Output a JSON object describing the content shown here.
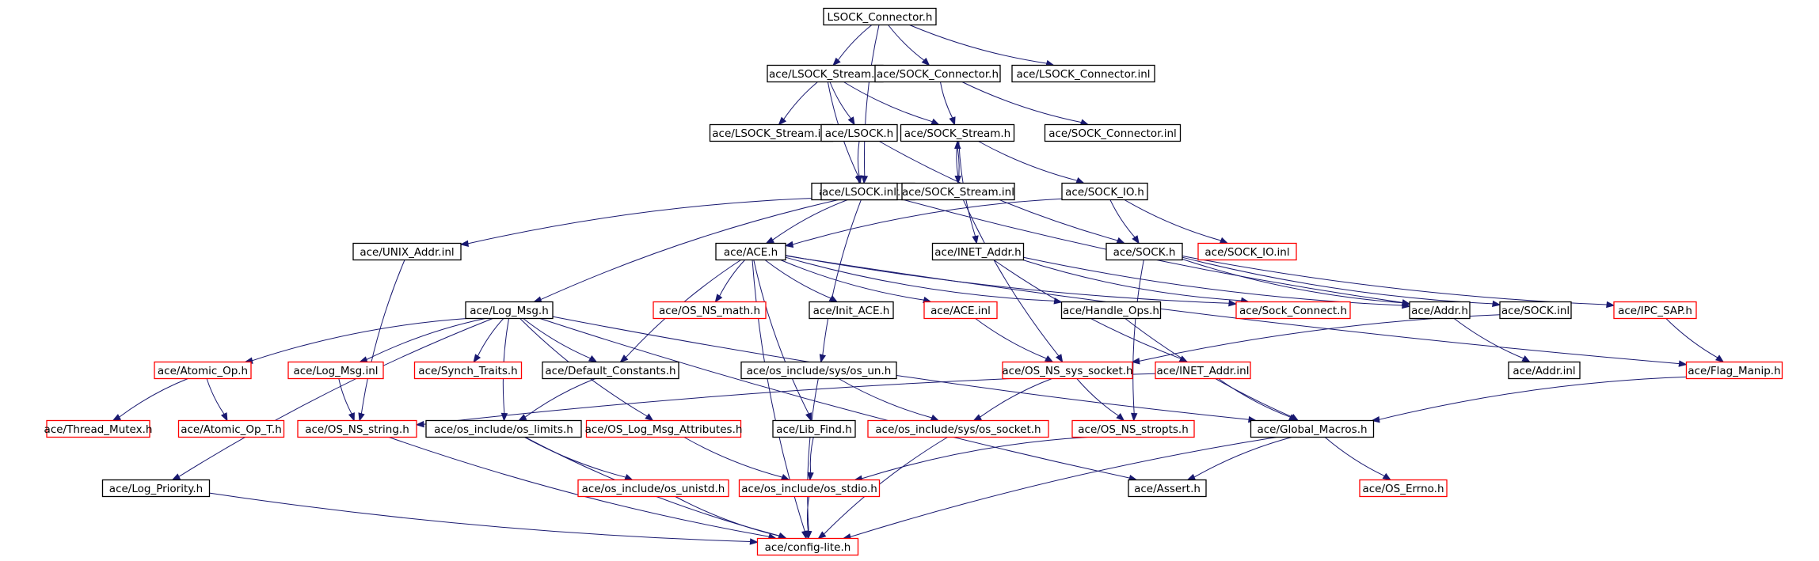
{
  "colors": {
    "edge": "#191970",
    "root_fill": "#bfbfbf",
    "documented_border": "#000000",
    "undocumented_border": "#ff0000"
  },
  "nodes": [
    {
      "id": "n_root",
      "label": "LSOCK_Connector.h",
      "kind": "root"
    },
    {
      "id": "n_lsock_stream_h",
      "label": "ace/LSOCK_Stream.h",
      "kind": "documented"
    },
    {
      "id": "n_sock_connector_h",
      "label": "ace/SOCK_Connector.h",
      "kind": "documented"
    },
    {
      "id": "n_lsock_connector_inl",
      "label": "ace/LSOCK_Connector.inl",
      "kind": "documented"
    },
    {
      "id": "n_lsock_stream_inl",
      "label": "ace/LSOCK_Stream.inl",
      "kind": "documented"
    },
    {
      "id": "n_lsock_h",
      "label": "ace/LSOCK.h",
      "kind": "documented"
    },
    {
      "id": "n_sock_stream_h",
      "label": "ace/SOCK_Stream.h",
      "kind": "documented"
    },
    {
      "id": "n_sock_connector_inl",
      "label": "ace/SOCK_Connector.inl",
      "kind": "documented"
    },
    {
      "id": "n_unix_addr_h",
      "label": "ace/UNIX_Addr.h",
      "kind": "documented"
    },
    {
      "id": "n_lsock_inl",
      "label": "ace/LSOCK.inl",
      "kind": "documented"
    },
    {
      "id": "n_sock_stream_inl",
      "label": "ace/SOCK_Stream.inl",
      "kind": "documented"
    },
    {
      "id": "n_sock_io_h",
      "label": "ace/SOCK_IO.h",
      "kind": "documented"
    },
    {
      "id": "n_unix_addr_inl",
      "label": "ace/UNIX_Addr.inl",
      "kind": "documented"
    },
    {
      "id": "n_ace_h",
      "label": "ace/ACE.h",
      "kind": "documented"
    },
    {
      "id": "n_inet_addr_h",
      "label": "ace/INET_Addr.h",
      "kind": "documented"
    },
    {
      "id": "n_sock_h",
      "label": "ace/SOCK.h",
      "kind": "documented"
    },
    {
      "id": "n_sock_io_inl",
      "label": "ace/SOCK_IO.inl",
      "kind": "undocumented"
    },
    {
      "id": "n_log_msg_h",
      "label": "ace/Log_Msg.h",
      "kind": "documented"
    },
    {
      "id": "n_os_ns_math_h",
      "label": "ace/OS_NS_math.h",
      "kind": "undocumented"
    },
    {
      "id": "n_init_ace_h",
      "label": "ace/Init_ACE.h",
      "kind": "documented"
    },
    {
      "id": "n_ace_inl",
      "label": "ace/ACE.inl",
      "kind": "undocumented"
    },
    {
      "id": "n_handle_ops_h",
      "label": "ace/Handle_Ops.h",
      "kind": "documented"
    },
    {
      "id": "n_sock_connect_h",
      "label": "ace/Sock_Connect.h",
      "kind": "undocumented"
    },
    {
      "id": "n_addr_h",
      "label": "ace/Addr.h",
      "kind": "documented"
    },
    {
      "id": "n_sock_inl",
      "label": "ace/SOCK.inl",
      "kind": "documented"
    },
    {
      "id": "n_ipc_sap_h",
      "label": "ace/IPC_SAP.h",
      "kind": "undocumented"
    },
    {
      "id": "n_atomic_op_h",
      "label": "ace/Atomic_Op.h",
      "kind": "undocumented"
    },
    {
      "id": "n_log_msg_inl",
      "label": "ace/Log_Msg.inl",
      "kind": "undocumented"
    },
    {
      "id": "n_synch_traits_h",
      "label": "ace/Synch_Traits.h",
      "kind": "undocumented"
    },
    {
      "id": "n_default_constants_h",
      "label": "ace/Default_Constants.h",
      "kind": "documented"
    },
    {
      "id": "n_os_un_h",
      "label": "ace/os_include/sys/os_un.h",
      "kind": "documented"
    },
    {
      "id": "n_os_ns_sys_socket_h",
      "label": "ace/OS_NS_sys_socket.h",
      "kind": "undocumented"
    },
    {
      "id": "n_inet_addr_inl",
      "label": "ace/INET_Addr.inl",
      "kind": "undocumented"
    },
    {
      "id": "n_addr_inl",
      "label": "ace/Addr.inl",
      "kind": "documented"
    },
    {
      "id": "n_flag_manip_h",
      "label": "ace/Flag_Manip.h",
      "kind": "undocumented"
    },
    {
      "id": "n_thread_mutex_h",
      "label": "ace/Thread_Mutex.h",
      "kind": "undocumented"
    },
    {
      "id": "n_atomic_op_t_h",
      "label": "ace/Atomic_Op_T.h",
      "kind": "undocumented"
    },
    {
      "id": "n_os_ns_string_h",
      "label": "ace/OS_NS_string.h",
      "kind": "undocumented"
    },
    {
      "id": "n_os_limits_h",
      "label": "ace/os_include/os_limits.h",
      "kind": "documented"
    },
    {
      "id": "n_os_log_msg_attributes_h",
      "label": "ace/OS_Log_Msg_Attributes.h",
      "kind": "undocumented"
    },
    {
      "id": "n_lib_find_h",
      "label": "ace/Lib_Find.h",
      "kind": "documented"
    },
    {
      "id": "n_os_socket_h",
      "label": "ace/os_include/sys/os_socket.h",
      "kind": "undocumented"
    },
    {
      "id": "n_os_ns_stropts_h",
      "label": "ace/OS_NS_stropts.h",
      "kind": "undocumented"
    },
    {
      "id": "n_global_macros_h",
      "label": "ace/Global_Macros.h",
      "kind": "documented"
    },
    {
      "id": "n_log_priority_h",
      "label": "ace/Log_Priority.h",
      "kind": "documented"
    },
    {
      "id": "n_os_unistd_h",
      "label": "ace/os_include/os_unistd.h",
      "kind": "undocumented"
    },
    {
      "id": "n_os_stdio_h",
      "label": "ace/os_include/os_stdio.h",
      "kind": "undocumented"
    },
    {
      "id": "n_assert_h",
      "label": "ace/Assert.h",
      "kind": "documented"
    },
    {
      "id": "n_os_errno_h",
      "label": "ace/OS_Errno.h",
      "kind": "undocumented"
    },
    {
      "id": "n_config_lite_h",
      "label": "ace/config-lite.h",
      "kind": "undocumented"
    }
  ],
  "edges": [
    [
      "n_root",
      "n_lsock_stream_h"
    ],
    [
      "n_root",
      "n_sock_connector_h"
    ],
    [
      "n_root",
      "n_lsock_connector_inl"
    ],
    [
      "n_root",
      "n_unix_addr_h"
    ],
    [
      "n_lsock_stream_h",
      "n_lsock_stream_inl"
    ],
    [
      "n_lsock_stream_h",
      "n_lsock_h"
    ],
    [
      "n_lsock_stream_h",
      "n_sock_stream_h"
    ],
    [
      "n_lsock_stream_h",
      "n_unix_addr_h"
    ],
    [
      "n_sock_connector_h",
      "n_sock_stream_h"
    ],
    [
      "n_sock_connector_h",
      "n_sock_connector_inl"
    ],
    [
      "n_lsock_h",
      "n_lsock_inl"
    ],
    [
      "n_lsock_h",
      "n_sock_h"
    ],
    [
      "n_sock_stream_h",
      "n_sock_stream_inl"
    ],
    [
      "n_sock_stream_inl",
      "n_sock_stream_h"
    ],
    [
      "n_sock_stream_h",
      "n_sock_io_h"
    ],
    [
      "n_sock_stream_h",
      "n_inet_addr_h"
    ],
    [
      "n_sock_stream_inl",
      "n_os_ns_sys_socket_h"
    ],
    [
      "n_sock_io_h",
      "n_sock_h"
    ],
    [
      "n_sock_io_h",
      "n_sock_io_inl"
    ],
    [
      "n_sock_io_h",
      "n_ace_h"
    ],
    [
      "n_unix_addr_h",
      "n_unix_addr_inl"
    ],
    [
      "n_unix_addr_h",
      "n_ace_h"
    ],
    [
      "n_unix_addr_h",
      "n_log_msg_h"
    ],
    [
      "n_unix_addr_h",
      "n_addr_h"
    ],
    [
      "n_unix_addr_h",
      "n_os_un_h"
    ],
    [
      "n_unix_addr_inl",
      "n_os_ns_string_h"
    ],
    [
      "n_ace_h",
      "n_os_ns_math_h"
    ],
    [
      "n_ace_h",
      "n_init_ace_h"
    ],
    [
      "n_ace_h",
      "n_ace_inl"
    ],
    [
      "n_ace_h",
      "n_handle_ops_h"
    ],
    [
      "n_ace_h",
      "n_sock_connect_h"
    ],
    [
      "n_ace_h",
      "n_default_constants_h"
    ],
    [
      "n_ace_h",
      "n_lib_find_h"
    ],
    [
      "n_ace_h",
      "n_flag_manip_h"
    ],
    [
      "n_ace_h",
      "n_config_lite_h"
    ],
    [
      "n_ace_inl",
      "n_os_ns_sys_socket_h"
    ],
    [
      "n_handle_ops_h",
      "n_global_macros_h"
    ],
    [
      "n_inet_addr_h",
      "n_sock_connect_h"
    ],
    [
      "n_inet_addr_h",
      "n_addr_h"
    ],
    [
      "n_inet_addr_h",
      "n_inet_addr_inl"
    ],
    [
      "n_inet_addr_inl",
      "n_os_ns_string_h"
    ],
    [
      "n_inet_addr_inl",
      "n_global_macros_h"
    ],
    [
      "n_sock_h",
      "n_addr_h"
    ],
    [
      "n_sock_h",
      "n_sock_inl"
    ],
    [
      "n_sock_h",
      "n_ipc_sap_h"
    ],
    [
      "n_sock_h",
      "n_os_ns_stropts_h"
    ],
    [
      "n_sock_inl",
      "n_os_ns_sys_socket_h"
    ],
    [
      "n_ipc_sap_h",
      "n_flag_manip_h"
    ],
    [
      "n_addr_h",
      "n_addr_inl"
    ],
    [
      "n_flag_manip_h",
      "n_global_macros_h"
    ],
    [
      "n_log_msg_h",
      "n_atomic_op_h"
    ],
    [
      "n_log_msg_h",
      "n_log_msg_inl"
    ],
    [
      "n_log_msg_h",
      "n_synch_traits_h"
    ],
    [
      "n_log_msg_h",
      "n_default_constants_h"
    ],
    [
      "n_log_msg_h",
      "n_os_limits_h"
    ],
    [
      "n_log_msg_h",
      "n_os_log_msg_attributes_h"
    ],
    [
      "n_log_msg_h",
      "n_log_priority_h"
    ],
    [
      "n_log_msg_h",
      "n_assert_h"
    ],
    [
      "n_log_msg_h",
      "n_global_macros_h"
    ],
    [
      "n_log_msg_inl",
      "n_os_ns_string_h"
    ],
    [
      "n_atomic_op_h",
      "n_thread_mutex_h"
    ],
    [
      "n_atomic_op_h",
      "n_atomic_op_t_h"
    ],
    [
      "n_default_constants_h",
      "n_os_limits_h"
    ],
    [
      "n_os_limits_h",
      "n_os_unistd_h"
    ],
    [
      "n_os_limits_h",
      "n_config_lite_h"
    ],
    [
      "n_os_log_msg_attributes_h",
      "n_os_stdio_h"
    ],
    [
      "n_lib_find_h",
      "n_os_stdio_h"
    ],
    [
      "n_os_un_h",
      "n_os_socket_h"
    ],
    [
      "n_os_un_h",
      "n_config_lite_h"
    ],
    [
      "n_os_ns_sys_socket_h",
      "n_os_socket_h"
    ],
    [
      "n_os_ns_sys_socket_h",
      "n_os_ns_stropts_h"
    ],
    [
      "n_os_socket_h",
      "n_config_lite_h"
    ],
    [
      "n_os_ns_stropts_h",
      "n_os_stdio_h"
    ],
    [
      "n_os_ns_string_h",
      "n_config_lite_h"
    ],
    [
      "n_os_unistd_h",
      "n_config_lite_h"
    ],
    [
      "n_os_stdio_h",
      "n_config_lite_h"
    ],
    [
      "n_global_macros_h",
      "n_assert_h"
    ],
    [
      "n_global_macros_h",
      "n_os_errno_h"
    ],
    [
      "n_global_macros_h",
      "n_config_lite_h"
    ],
    [
      "n_log_priority_h",
      "n_config_lite_h"
    ]
  ]
}
